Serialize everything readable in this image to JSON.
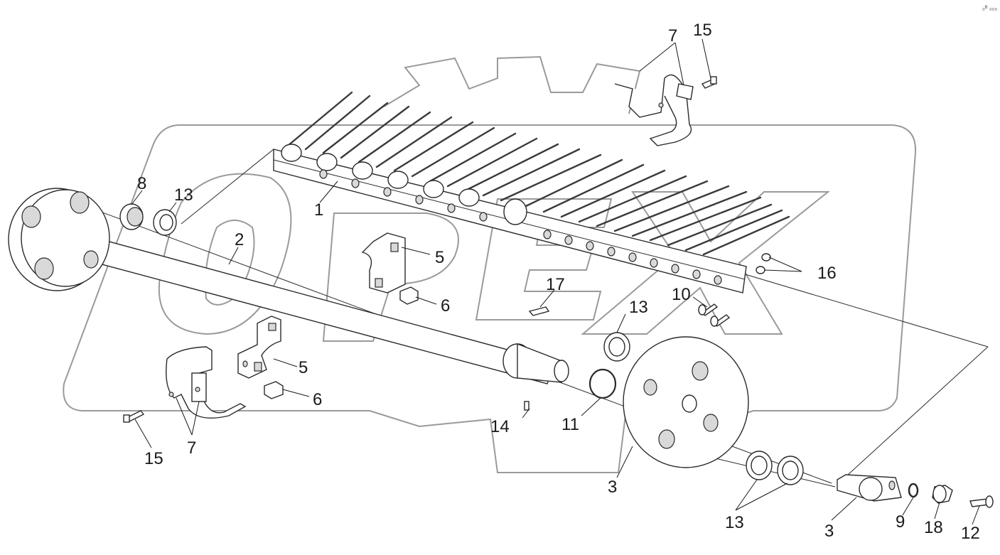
{
  "diagram": {
    "corner_mark": "₀ᴮ ₀₀₀",
    "watermark": "OPEX",
    "callouts": {
      "c1": "1",
      "c2": "2",
      "c3a": "3",
      "c3b": "3",
      "c5a": "5",
      "c5b": "5",
      "c6a": "6",
      "c6b": "6",
      "c7a": "7",
      "c7b": "7",
      "c8": "8",
      "c9": "9",
      "c10": "10",
      "c11": "11",
      "c12": "12",
      "c13a": "13",
      "c13b": "13",
      "c13c": "13",
      "c14": "14",
      "c15a": "15",
      "c15b": "15",
      "c16": "16",
      "c17": "17",
      "c18": "18"
    }
  }
}
